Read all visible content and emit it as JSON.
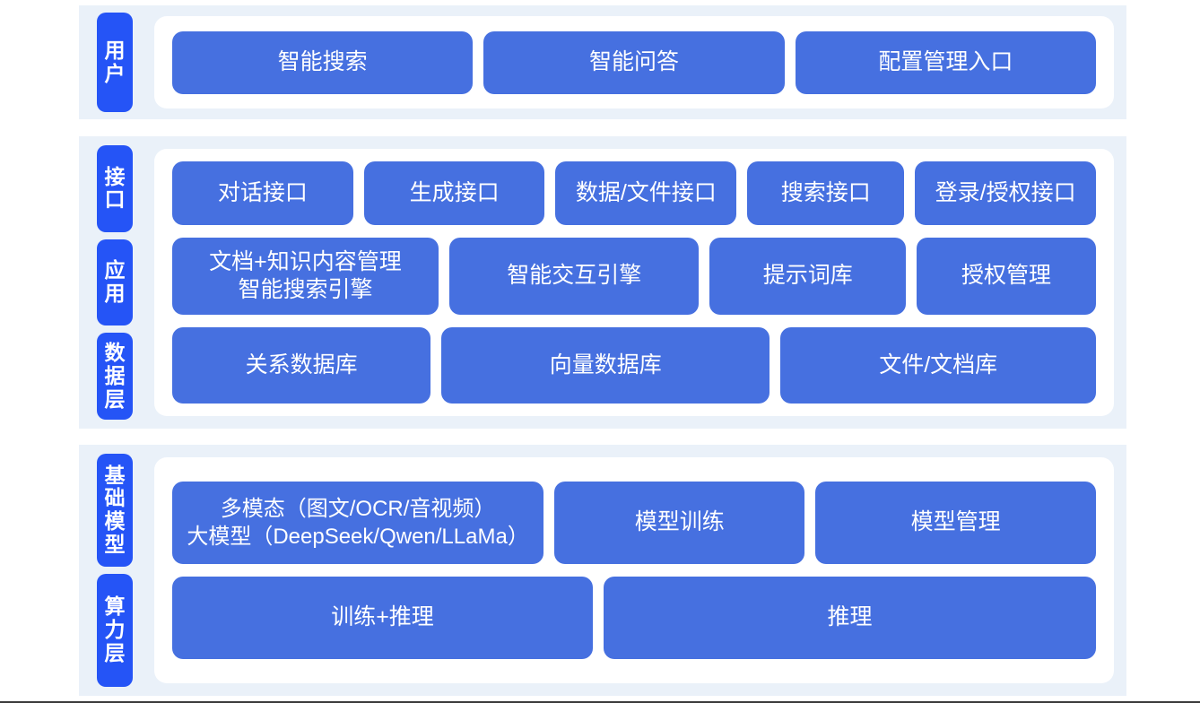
{
  "theme": {
    "page_background": "#ffffff",
    "band_background": "#EAF1F9",
    "card_background": "#ffffff",
    "chip_color": "#2554F6",
    "box_color": "#4670E0",
    "text_color": "#ffffff"
  },
  "sections": [
    {
      "id": "user",
      "labels": [
        "用户"
      ],
      "rows": [
        {
          "boxes": [
            {
              "label": "智能搜索",
              "flex": 1
            },
            {
              "label": "智能问答",
              "flex": 1
            },
            {
              "label": "配置管理入口",
              "flex": 1
            }
          ]
        }
      ]
    },
    {
      "id": "middle",
      "labels": [
        "接口",
        "应用",
        "数据层"
      ],
      "rows": [
        {
          "name": "interface-row",
          "boxes": [
            {
              "label": "对话接口",
              "flex": 205
            },
            {
              "label": "生成接口",
              "flex": 205
            },
            {
              "label": "数据/文件接口",
              "flex": 205
            },
            {
              "label": "搜索接口",
              "flex": 175
            },
            {
              "label": "登录/授权接口",
              "flex": 205
            }
          ]
        },
        {
          "name": "application-row",
          "boxes": [
            {
              "label": "文档+知识内容管理\n智能搜索引擎",
              "flex": 300
            },
            {
              "label": "智能交互引擎",
              "flex": 280
            },
            {
              "label": "提示词库",
              "flex": 215
            },
            {
              "label": "授权管理",
              "flex": 195
            }
          ]
        },
        {
          "name": "data-row",
          "boxes": [
            {
              "label": "关系数据库",
              "flex": 275
            },
            {
              "label": "向量数据库",
              "flex": 355
            },
            {
              "label": "文件/文档库",
              "flex": 340
            }
          ]
        }
      ]
    },
    {
      "id": "base",
      "labels": [
        "基础模型",
        "算力层"
      ],
      "rows": [
        {
          "name": "model-row",
          "boxes": [
            {
              "label": "多模态（图文/OCR/音视频）\n大模型（DeepSeek/Qwen/LLaMa）",
              "flex": 400,
              "variant": "model"
            },
            {
              "label": "模型训练",
              "flex": 263
            },
            {
              "label": "模型管理",
              "flex": 297
            }
          ]
        },
        {
          "name": "compute-row",
          "boxes": [
            {
              "label": "训练+推理",
              "flex": 460
            },
            {
              "label": "推理",
              "flex": 542
            }
          ]
        }
      ]
    }
  ]
}
